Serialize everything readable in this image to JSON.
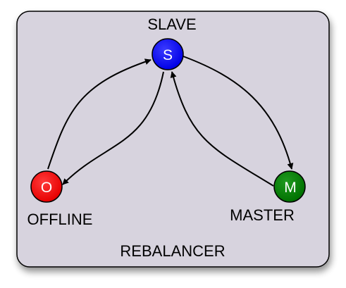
{
  "diagram": {
    "container": {
      "label": "REBALANCER",
      "fill": "#d7d3de",
      "stroke": "#000000"
    },
    "nodes": {
      "slave": {
        "letter": "S",
        "label": "SLAVE",
        "color": "#0000ff"
      },
      "offline": {
        "letter": "O",
        "label": "OFFLINE",
        "color": "#ff0000"
      },
      "master": {
        "letter": "M",
        "label": "MASTER",
        "color": "#008000"
      }
    },
    "edges": [
      {
        "from": "offline",
        "to": "slave"
      },
      {
        "from": "slave",
        "to": "offline"
      },
      {
        "from": "slave",
        "to": "master"
      },
      {
        "from": "master",
        "to": "slave"
      }
    ]
  }
}
